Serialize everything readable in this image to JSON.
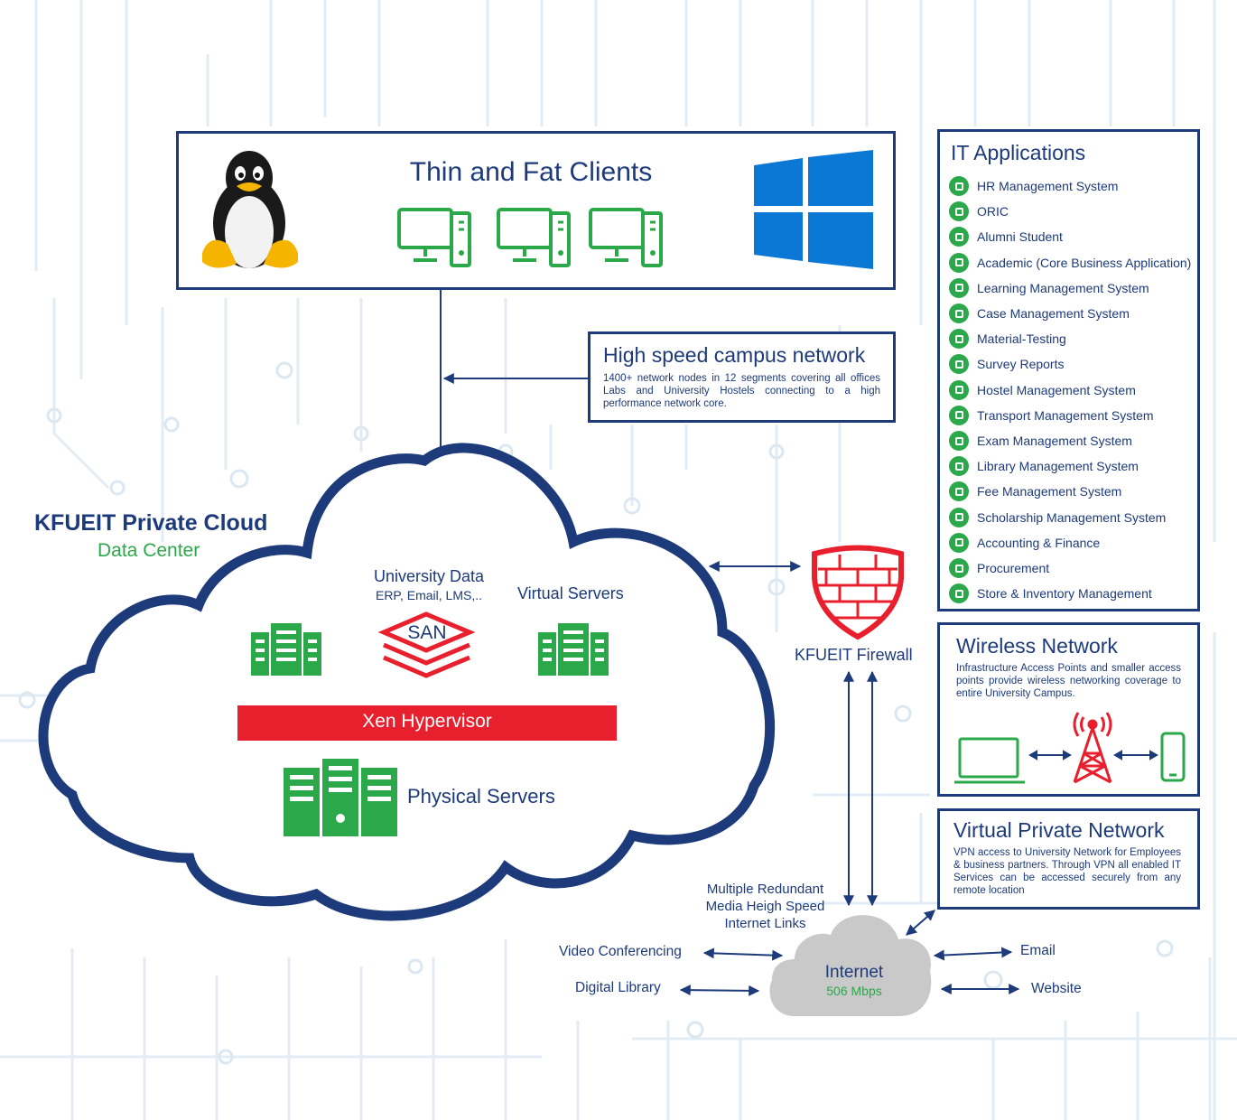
{
  "clients": {
    "title": "Thin and Fat Clients",
    "icons": [
      "linux-penguin-icon",
      "desktop-computer-icon",
      "windows-logo-icon"
    ]
  },
  "campus_network": {
    "title": "High speed campus network",
    "description": "1400+ network nodes in 12 segments covering all offices Labs and University Hostels connecting to a high performance network core."
  },
  "it_apps": {
    "title": "IT Applications",
    "items": [
      "HR Management System",
      "ORIC",
      "Alumni Student",
      "Academic (Core Business Application)",
      "Learning Management System",
      "Case Management System",
      "Material-Testing",
      "Survey Reports",
      "Hostel Management System",
      "Transport Management System",
      "Exam Management System",
      "Library Management System",
      "Fee Management System",
      "Scholarship Management System",
      "Accounting & Finance",
      "Procurement",
      "Store & Inventory Management"
    ]
  },
  "private_cloud": {
    "title": "KFUEIT Private Cloud",
    "subtitle": "Data Center",
    "university_data": "University Data",
    "university_data_sub": "ERP, Email, LMS,..",
    "san_label": "SAN",
    "virtual_servers": "Virtual Servers",
    "hypervisor": "Xen Hypervisor",
    "physical_servers": "Physical Servers"
  },
  "firewall": {
    "label": "KFUEIT Firewall"
  },
  "wireless": {
    "title": "Wireless Network",
    "description": "Infrastructure Access Points and smaller access points provide wireless networking coverage to entire University Campus."
  },
  "vpn": {
    "title": "Virtual Private Network",
    "description": "VPN access to University Network for Employees & business partners. Through VPN all enabled IT Services can be accessed securely from any remote location"
  },
  "links_label": [
    "Multiple Redundant",
    "Media Heigh Speed",
    "Internet Links"
  ],
  "internet": {
    "label": "Internet",
    "speed": "506 Mbps"
  },
  "services": {
    "video_conferencing": "Video Conferencing",
    "digital_library": "Digital Library",
    "email": "Email",
    "website": "Website"
  },
  "colors": {
    "navy": "#1d3a7a",
    "green": "#2aa84a",
    "red": "#e8202e",
    "internet_gray": "#c9c9c9",
    "windows_blue": "#0a78d4"
  }
}
